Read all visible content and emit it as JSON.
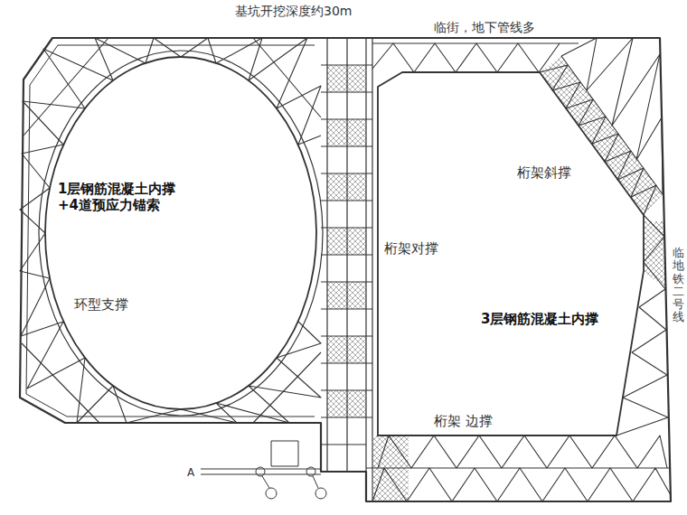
{
  "diagram": {
    "title": "基坑开挖深度约30m",
    "labels": [
      "临街，地下管线多",
      "1层钢筋混凝土内撑 +4道预应力锚索",
      "环型支撑",
      "桁架对撑",
      "桁架斜撑",
      "3层钢筋混凝土内撑",
      "桁架 边撑",
      "临地铁二号线",
      "A"
    ]
  }
}
